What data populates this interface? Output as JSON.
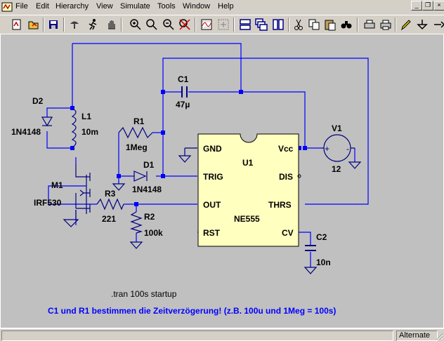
{
  "menu": [
    {
      "label": "File"
    },
    {
      "label": "Edit"
    },
    {
      "label": "Hierarchy"
    },
    {
      "label": "View"
    },
    {
      "label": "Simulate"
    },
    {
      "label": "Tools"
    },
    {
      "label": "Window"
    },
    {
      "label": "Help"
    }
  ],
  "window_controls": {
    "minimize": "_",
    "restore": "❐",
    "close": "×"
  },
  "toolbar_icons": [
    "new-schematic-icon",
    "open-icon",
    "save-icon",
    "control-panel-icon",
    "run-icon",
    "pan-icon",
    "zoom-in-icon",
    "zoom-area-icon",
    "zoom-out-icon",
    "zoom-cancel-icon",
    "waveform-icon",
    "autorange-icon",
    "tile-horizontal-icon",
    "cascade-icon",
    "tile-vertical-icon",
    "cut-icon",
    "copy-icon",
    "paste-icon",
    "find-icon",
    "print-setup-icon",
    "print-icon",
    "pencil-icon",
    "ground-icon"
  ],
  "schematic": {
    "components": {
      "D2": {
        "ref": "D2",
        "value": "1N4148"
      },
      "L1": {
        "ref": "L1",
        "value": "10m"
      },
      "M1": {
        "ref": "M1",
        "value": "IRF530"
      },
      "R1": {
        "ref": "R1",
        "value": "1Meg"
      },
      "D1": {
        "ref": "D1",
        "value": "1N4148"
      },
      "R3": {
        "ref": "R3",
        "value": "221"
      },
      "R2": {
        "ref": "R2",
        "value": "100k"
      },
      "C1": {
        "ref": "C1",
        "value": "47µ"
      },
      "V1": {
        "ref": "V1",
        "value": "12"
      },
      "C2": {
        "ref": "C2",
        "value": "10n"
      },
      "U1": {
        "ref": "U1",
        "value": "NE555"
      }
    },
    "ic_pins": {
      "gnd": "GND",
      "trig": "TRIG",
      "out": "OUT",
      "rst": "RST",
      "vcc": "Vcc",
      "dis": "DIS",
      "thrs": "THRS",
      "cv": "CV"
    },
    "v1_polarity": {
      "plus": "+",
      "minus": "-"
    },
    "directive": ".tran 100s startup",
    "comment": "C1 und R1 bestimmen die Zeitverzögerung! (z.B. 100u und 1Meg = 100s)"
  },
  "status": {
    "left": "",
    "mode": "Alternate"
  },
  "colors": {
    "wire": "#0000ff",
    "component": "#000080",
    "ic_fill": "#ffffc0",
    "canvas": "#c0c0c0",
    "comment": "#0000ff"
  }
}
